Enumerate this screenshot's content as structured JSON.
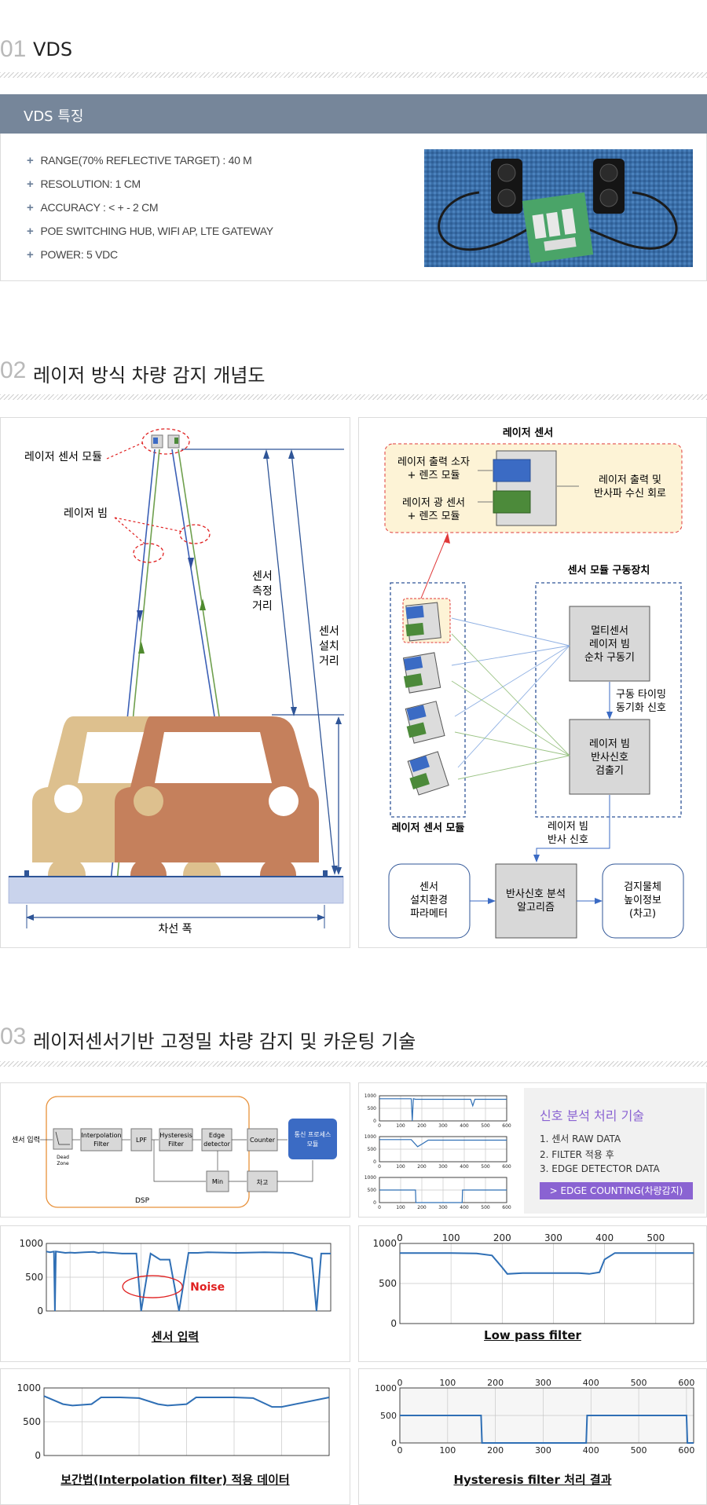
{
  "sec1": {
    "num": "01",
    "title": "VDS",
    "bar": "VDS 특징",
    "features": [
      "RANGE(70% REFLECTIVE TARGET) : 40 M",
      "RESOLUTION:  1 CM",
      "ACCURACY  : < + - 2 CM",
      "POE SWITCHING HUB, WIFI AP, LTE GATEWAY",
      "POWER: 5 VDC"
    ]
  },
  "sec2": {
    "num": "02",
    "title": "레이저 방식 차량 감지 개념도",
    "left": {
      "module": "레이저 센서 모듈",
      "beam": "레이저 빔",
      "measure": [
        "센서",
        "측정",
        "거리"
      ],
      "install": [
        "센서",
        "설치",
        "거리"
      ],
      "lane": "차선 폭"
    },
    "right": {
      "sensor_title": "레이저 센서",
      "out1": [
        "레이저 출력 소자",
        "+ 렌즈 모듈"
      ],
      "out2": [
        "레이저 광 센서",
        "+ 렌즈 모듈"
      ],
      "circuit": [
        "레이저 출력 및",
        "반사파 수신 회로"
      ],
      "drive_title": "센서 모듈 구동장치",
      "multi": [
        "멀티센서",
        "레이저 빔",
        "순차 구동기"
      ],
      "timing": [
        "구동 타이밍",
        "동기화 신호"
      ],
      "detect": [
        "레이저 빔",
        "반사신호",
        "검출기"
      ],
      "module_label": "레이저 센서 모듈",
      "reflect": [
        "레이저 빔",
        "반사 신호"
      ],
      "param": [
        "센서",
        "설치환경",
        "파라메터"
      ],
      "algo": [
        "반사신호 분석",
        "알고리즘"
      ],
      "height": [
        "검지물체",
        "높이정보",
        "(차고)"
      ]
    }
  },
  "sec3": {
    "num": "03",
    "title": "레이저센서기반 고정밀 차량 감지 및 카운팅 기술",
    "block": {
      "input": "센서 입력",
      "dead": [
        "Dead",
        "Zone"
      ],
      "interp": [
        "Interpolation",
        "Filter"
      ],
      "lpf": "LPF",
      "hyst": [
        "Hysteresis",
        "Filter"
      ],
      "edge": [
        "Edge",
        "detector"
      ],
      "counter": "Counter",
      "comm": [
        "통신 프로세스",
        "모듈"
      ],
      "min": "Min",
      "diff": "차고",
      "dsp": "DSP"
    },
    "signal": {
      "title": "신호 분석 처리 기술",
      "items": [
        "1. 센서 RAW DATA",
        "2. FILTER 적용 후",
        "3. EDGE DETECTOR DATA"
      ],
      "badge": "> EDGE COUNTING(차량감지)"
    },
    "charts": {
      "c1": "센서 입력",
      "noise": "Noise",
      "c2": "Low pass filter",
      "c3": "보간법(Interpolation filter) 적용 데이터",
      "c4": "Hysteresis filter 처리 결과"
    }
  },
  "chart_data": [
    {
      "type": "line",
      "title": "센서 입력",
      "ylim": [
        0,
        1000
      ],
      "yticks": [
        0,
        500,
        1000
      ],
      "x": [
        0,
        4,
        8,
        9,
        10,
        20,
        25,
        30,
        40,
        50,
        55,
        60,
        70,
        80,
        95,
        100,
        110,
        120,
        130,
        140,
        150,
        160,
        170,
        200,
        230,
        260,
        275,
        280,
        285,
        290,
        300
      ],
      "values": [
        880,
        870,
        880,
        0,
        880,
        860,
        865,
        860,
        870,
        875,
        860,
        870,
        860,
        850,
        850,
        0,
        850,
        760,
        760,
        0,
        860,
        860,
        870,
        860,
        870,
        860,
        800,
        780,
        0,
        850,
        850
      ]
    },
    {
      "type": "line",
      "title": "Low pass filter",
      "ylim": [
        0,
        1000
      ],
      "yticks": [
        0,
        500,
        1000
      ],
      "xticks": [
        0,
        100,
        200,
        300,
        400,
        500
      ],
      "x": [
        0,
        50,
        100,
        150,
        180,
        200,
        210,
        240,
        280,
        300,
        350,
        370,
        390,
        400,
        420,
        450,
        500,
        550,
        574
      ],
      "values": [
        880,
        880,
        880,
        875,
        850,
        700,
        620,
        630,
        630,
        630,
        630,
        620,
        640,
        800,
        880,
        880,
        880,
        880,
        880
      ]
    },
    {
      "type": "line",
      "title": "보간법(Interpolation filter) 적용 데이터",
      "ylim": [
        0,
        1000
      ],
      "yticks": [
        0,
        500,
        1000
      ],
      "x": [
        0,
        20,
        30,
        50,
        60,
        80,
        100,
        120,
        130,
        150,
        160,
        200,
        220,
        240,
        250,
        300
      ],
      "values": [
        880,
        760,
        740,
        760,
        860,
        860,
        850,
        760,
        740,
        760,
        860,
        860,
        850,
        720,
        720,
        860
      ]
    },
    {
      "type": "line",
      "title": "Hysteresis filter 처리 결과",
      "ylim": [
        0,
        1000
      ],
      "yticks": [
        0,
        500,
        1000
      ],
      "xticks": [
        0,
        100,
        200,
        300,
        400,
        500,
        600
      ],
      "x": [
        0,
        170,
        172,
        390,
        392,
        600,
        602,
        615
      ],
      "values": [
        500,
        500,
        0,
        0,
        500,
        500,
        0,
        0
      ]
    },
    {
      "type": "line",
      "title": "raw data (small)",
      "ylim": [
        0,
        1000
      ],
      "yticks": [
        0,
        500,
        1000
      ],
      "xticks": [
        0,
        100,
        200,
        300,
        400,
        500,
        600
      ],
      "x": [
        0,
        150,
        155,
        160,
        170,
        400,
        430,
        440,
        450,
        600
      ],
      "values": [
        880,
        880,
        0,
        880,
        860,
        860,
        860,
        600,
        860,
        860
      ]
    },
    {
      "type": "line",
      "title": "filtered (small)",
      "ylim": [
        0,
        1000
      ],
      "yticks": [
        0,
        500,
        1000
      ],
      "xticks": [
        0,
        100,
        200,
        300,
        400,
        500,
        600
      ],
      "x": [
        0,
        150,
        180,
        200,
        230,
        400,
        600
      ],
      "values": [
        880,
        880,
        600,
        700,
        860,
        860,
        860
      ]
    },
    {
      "type": "line",
      "title": "edge (small)",
      "ylim": [
        0,
        1000
      ],
      "yticks": [
        0,
        500,
        1000
      ],
      "xticks": [
        0,
        100,
        200,
        300,
        400,
        500,
        600
      ],
      "x": [
        0,
        170,
        172,
        390,
        392,
        600
      ],
      "values": [
        500,
        500,
        0,
        0,
        500,
        500
      ]
    }
  ]
}
